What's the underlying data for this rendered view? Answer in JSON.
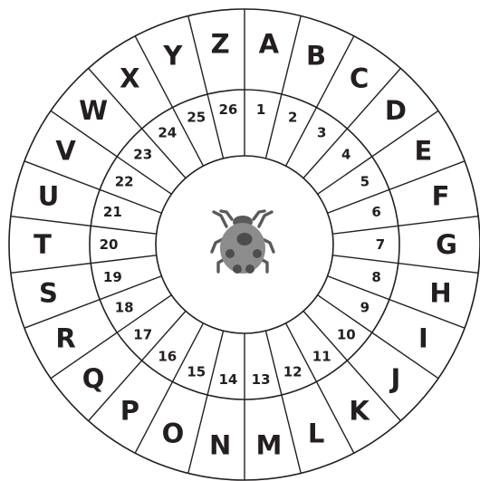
{
  "letters": [
    "A",
    "B",
    "C",
    "D",
    "E",
    "F",
    "G",
    "H",
    "I",
    "J",
    "K",
    "L",
    "M",
    "N",
    "O",
    "P",
    "Q",
    "R",
    "S",
    "T",
    "U",
    "V",
    "W",
    "X",
    "Y",
    "Z"
  ],
  "numbers": [
    "1",
    "2",
    "3",
    "4",
    "5",
    "6",
    "7",
    "8",
    "9",
    "10",
    "11",
    "12",
    "13",
    "14",
    "15",
    "16",
    "17",
    "18",
    "19",
    "20",
    "21",
    "22",
    "23",
    "24",
    "25",
    "26"
  ],
  "center_icon": "ladybug-icon",
  "colors": {
    "line": "#231f20",
    "bug_shell": "#8c8c8c",
    "bug_dark": "#4d4d4d",
    "bug_legs": "#5a5a5a"
  }
}
